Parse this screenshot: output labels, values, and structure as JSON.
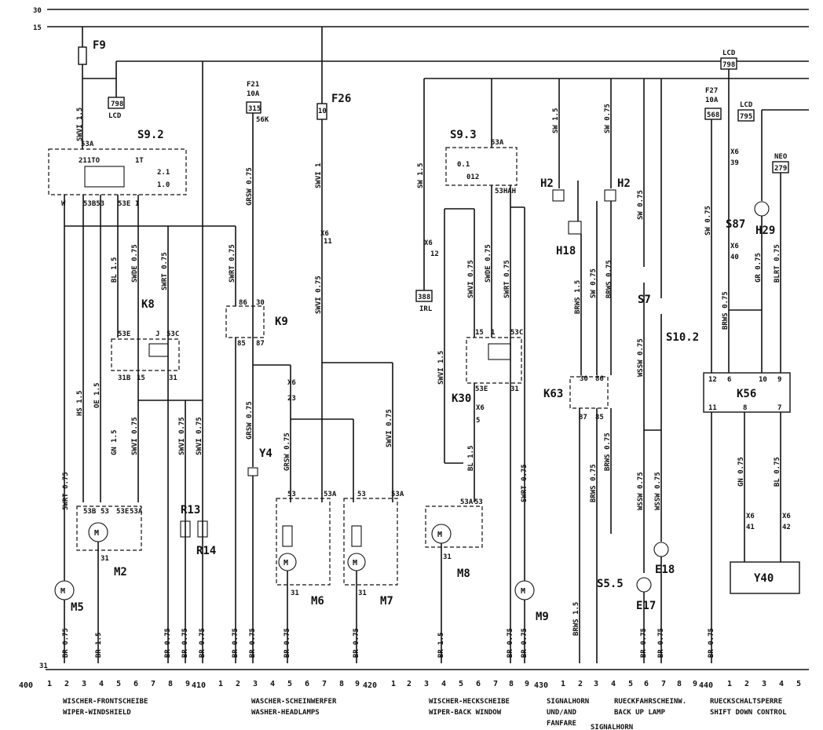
{
  "rails": {
    "r30": "30",
    "r15": "15",
    "r31": "31"
  },
  "components": {
    "F9": "F9",
    "F21": "F21",
    "F21_amp": "10A",
    "F21_num": "315",
    "F21_pin": "56K",
    "F26": "F26",
    "F26_amp": "10",
    "F27": "F27",
    "F27_amp": "10A",
    "F27_num": "568",
    "LCD_798_a": "798",
    "LCD_a": "LCD",
    "LCD_798_b": "798",
    "LCD_b": "LCD",
    "LCD_795_num": "795",
    "LCD_c": "LCD",
    "NEO_num": "279",
    "NEO": "NEO",
    "IRL_num": "388",
    "IRL": "IRL",
    "S9_2": "S9.2",
    "S9_3": "S9.3",
    "K8": "K8",
    "K9": "K9",
    "K30": "K30",
    "K63": "K63",
    "K56": "K56",
    "H2a": "H2",
    "H2b": "H2",
    "H18": "H18",
    "S87": "S87",
    "H29": "H29",
    "S7": "S7",
    "S10_2": "S10.2",
    "Y4": "Y4",
    "R13": "R13",
    "R14": "R14",
    "M2": "M2",
    "M5": "M5",
    "M6": "M6",
    "M7": "M7",
    "M8": "M8",
    "M9": "M9",
    "S5_5": "S5.5",
    "E17": "E17",
    "E18": "E18",
    "Y40": "Y40"
  },
  "wires": [
    "SWVI 1.5",
    "SWVI 0.75",
    "SWDE 0.75",
    "SWRT 0.75",
    "BL 1.5",
    "HS 1.5",
    "OE 1.5",
    "GN 1.5",
    "SWVI 1",
    "GRSW 0.75",
    "SW 1.5",
    "SW 0.75",
    "BRWS 1.5",
    "BRWS 0.75",
    "WSSW 0.75",
    "WSSW 0.75",
    "GN 0.75",
    "BL 0.75",
    "GR 0.75",
    "BLRT 0.75",
    "BR 0.75",
    "BR 1.5"
  ],
  "footer": {
    "g1": {
      "num": "400",
      "de": "WISCHER-FRONTSCHEIBE",
      "en": "WIPER-WINDSHIELD"
    },
    "g2": {
      "num": "410",
      "de": "WASCHER-SCHEINWERFER",
      "en": "WASHER-HEADLAMPS"
    },
    "g3": {
      "num": "420",
      "de": "WISCHER-HECKSCHEIBE",
      "en": "WIPER-BACK WINDOW"
    },
    "g4": {
      "num": "430",
      "de": "SIGNALHORN",
      "de2": "UND/AND",
      "de3": "FANFARE",
      "en": "SIGNALHORN"
    },
    "g5": {
      "de": "RUECKFAHRSCHEINW.",
      "en": "BACK UP LAMP"
    },
    "g6": {
      "num": "440",
      "de": "RUECKSCHALTSPERRE",
      "en": "SHIFT DOWN CONTROL"
    }
  },
  "ticks": [
    "1",
    "2",
    "3",
    "4",
    "5",
    "6",
    "7",
    "8",
    "9"
  ]
}
